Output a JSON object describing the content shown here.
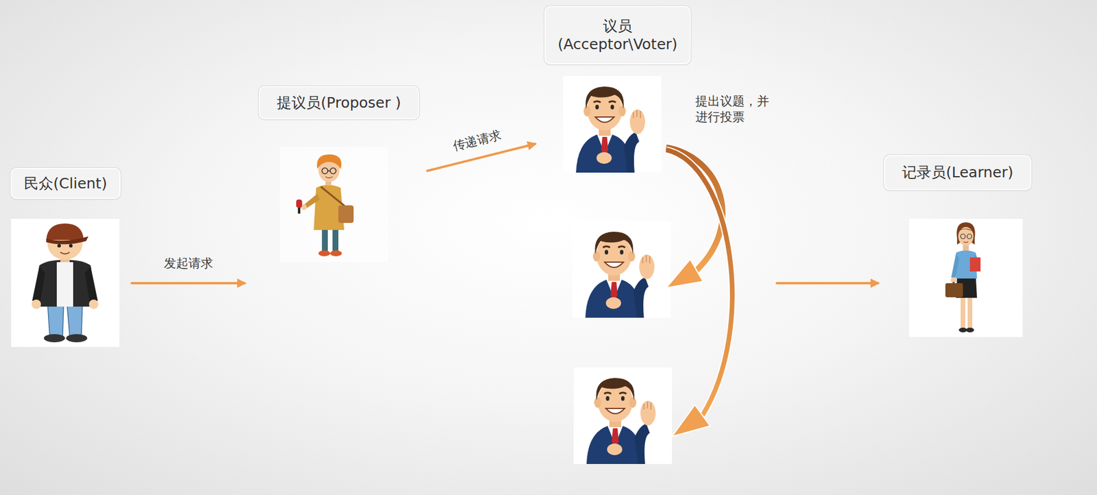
{
  "diagram": {
    "nodes": [
      {
        "text": [
          "民众(Client)"
        ]
      },
      {
        "text": [
          "提议员(Proposer )"
        ]
      },
      {
        "text": [
          "议员 (Acceptor\\Voter)"
        ]
      },
      {
        "text": [
          "记录员(Learner)"
        ]
      }
    ],
    "edges": [
      {
        "from": 0,
        "to": 1,
        "arrow": "to",
        "label": "发起请求"
      },
      {
        "from": 1,
        "to": 2,
        "arrow": "to",
        "label": "传递请求"
      },
      {
        "from": 2,
        "to": 3,
        "arrow": "to"
      }
    ],
    "labels": [
      "提出议题，并进行投票"
    ]
  }
}
